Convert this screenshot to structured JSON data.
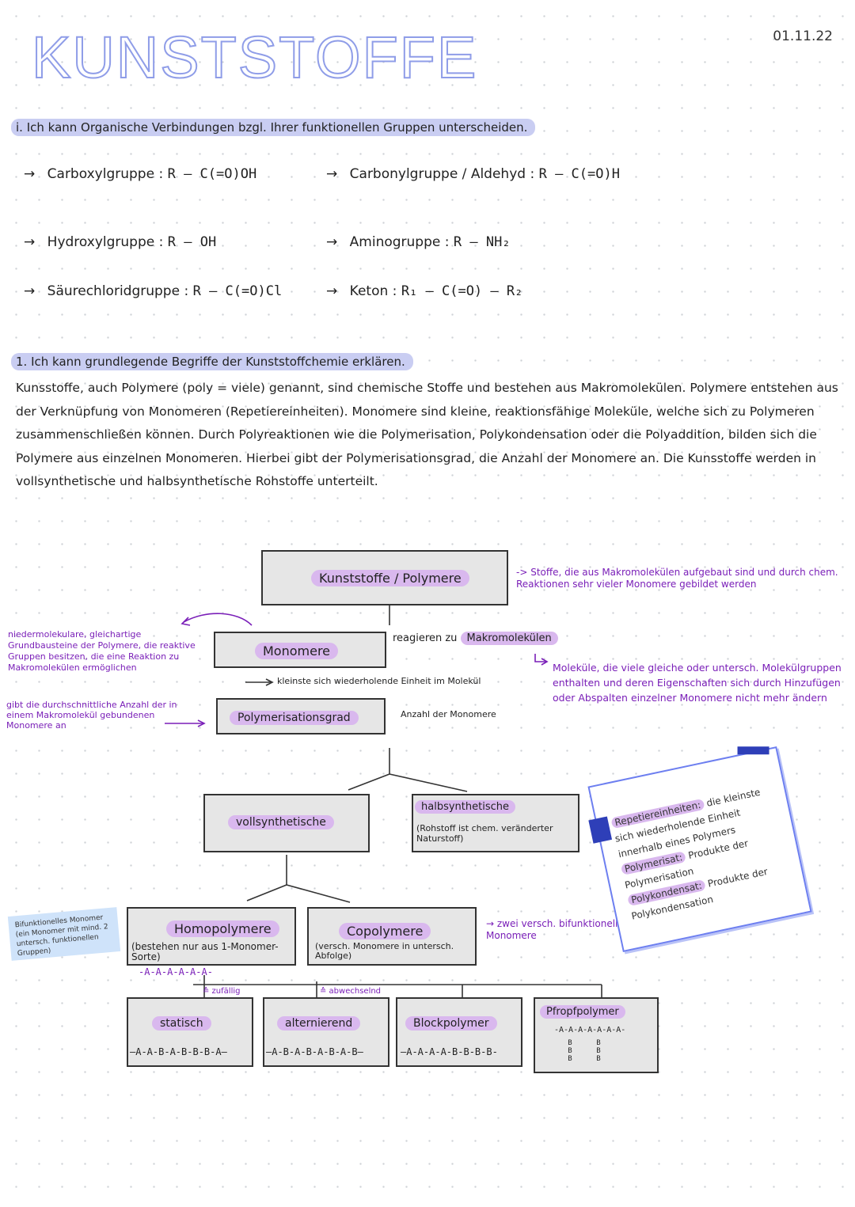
{
  "header": {
    "title": "KUNSTSTOFFE",
    "date": "01.11.22"
  },
  "section_i": {
    "heading": "i. Ich kann Organische Verbindungen bzgl. Ihrer funktionellen Gruppen unterscheiden.",
    "groups": [
      {
        "name": "Carboxylgruppe",
        "formula": "R – C(=O)OH"
      },
      {
        "name": "Carbonylgruppe / Aldehyd",
        "formula": "R – C(=O)H"
      },
      {
        "name": "Hydroxylgruppe",
        "formula": "R – OH"
      },
      {
        "name": "Aminogruppe",
        "formula": "R – NH₂"
      },
      {
        "name": "Säurechloridgruppe",
        "formula": "R – C(=O)Cl"
      },
      {
        "name": "Keton",
        "formula": "R₁ – C(=O) – R₂"
      }
    ]
  },
  "section_1": {
    "heading": "1. Ich kann grundlegende Begriffe der Kunststoffchemie erklären.",
    "text": "Kunsstoffe, auch Polymere (poly = viele) genannt, sind chemische Stoffe und bestehen aus Makromolekülen. Polymere entstehen aus der Verknüpfung von Monomeren (Repetiereinheiten). Monomere sind kleine, reaktionsfähige Moleküle, welche sich zu Polymeren zusammenschließen können. Durch Polyreaktionen wie die Polymerisation, Polykondensation oder die Polyaddition, bilden sich die Polymere aus einzelnen Monomeren. Hierbei gibt der Polymerisationsgrad, die Anzahl der Monomere an. Die Kunsstoffe werden in vollsynthetische und halbsynthetische Rohstoffe unterteilt."
  },
  "diagram": {
    "root": "Kunststoffe / Polymere",
    "root_note": "-> Stoffe, die aus Makromolekülen aufgebaut sind und durch chem. Reaktionen sehr vieler Monomere gebildet werden",
    "monomere": "Monomere",
    "monomere_note": "niedermolekulare, gleichartige Grundbausteine der Polymere, die reaktive Gruppen besitzen, die eine Reaktion zu Makromolekülen ermöglichen",
    "react_text": "reagieren zu",
    "makro": "Makromolekülen",
    "makro_note": "Moleküle, die viele gleiche oder untersch. Molekülgruppen enthalten und deren Eigenschaften sich durch Hinzufügen oder Abspalten einzelner Monomere nicht mehr ändern",
    "unit_text": "kleinste sich wiederholende Einheit im Molekül",
    "grad": "Polymerisationsgrad",
    "grad_note": "gibt die durchschnittliche Anzahl der in einem Makromolekül gebundenen Monomere an",
    "grad_right": "Anzahl der Monomere",
    "voll": "vollsynthetische",
    "halb": "halbsynthetische",
    "halb_note": "(Rohstoff ist chem. veränderter Naturstoff)",
    "homo": "Homopolymere",
    "homo_note": "(bestehen nur aus 1-Monomer-Sorte)",
    "homo_chain": "-A-A-A-A-A-A-",
    "co": "Copolymere",
    "co_note": "(versch. Monomere in untersch. Abfolge)",
    "co_arrow_note": "zwei versch. bifunktionelle Monomere",
    "blue_note": "Bifunktionelles Monomer (ein Monomer mit mind. 2 untersch. funktionellen Gruppen)",
    "zufaellig": "≙ zufällig",
    "abwechselnd": "≙ abwechselnd",
    "types": [
      {
        "name": "statisch",
        "chain": "—A-A-B-A-B-B-B-A—"
      },
      {
        "name": "alternierend",
        "chain": "—A-B-A-B-A-B-A-B—"
      },
      {
        "name": "Blockpolymer",
        "chain": "—A-A-A-A-B-B-B-B-"
      },
      {
        "name": "Pfropfpolymer",
        "chain": "-A-A-A-A-A-A-A-"
      }
    ]
  },
  "card": {
    "lines": [
      {
        "term": "Repetiereinheiten:",
        "def": "die kleinste sich wiederholende Einheit innerhalb eines Polymers"
      },
      {
        "term": "Polymerisat:",
        "def": "Produkte der Polymerisation"
      },
      {
        "term": "Polykondensat:",
        "def": "Produkte der Polykondensation"
      }
    ]
  }
}
